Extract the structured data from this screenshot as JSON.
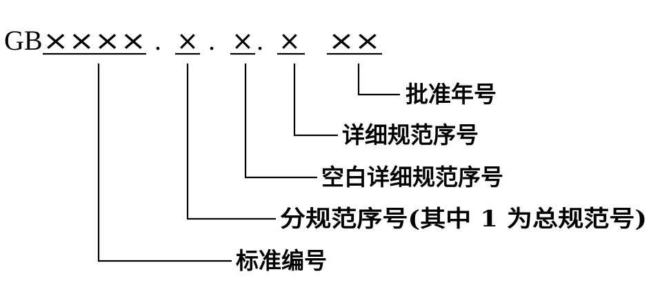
{
  "code": {
    "prefix": "GB",
    "standard_number_marks": "××××",
    "separator_1": ".",
    "part_mark": "×",
    "separator_2": ".",
    "blank_detail_mark": "×",
    "separator_3": ".",
    "detail_mark": "×",
    "year_marks": "××"
  },
  "labels": {
    "approval_year": "批准年号",
    "detail_spec_number": "详细规范序号",
    "blank_detail_spec_number": "空白详细规范序号",
    "sub_spec_number": "分规范序号(其中 1 为总规范号)",
    "standard_number": "标准编号"
  }
}
